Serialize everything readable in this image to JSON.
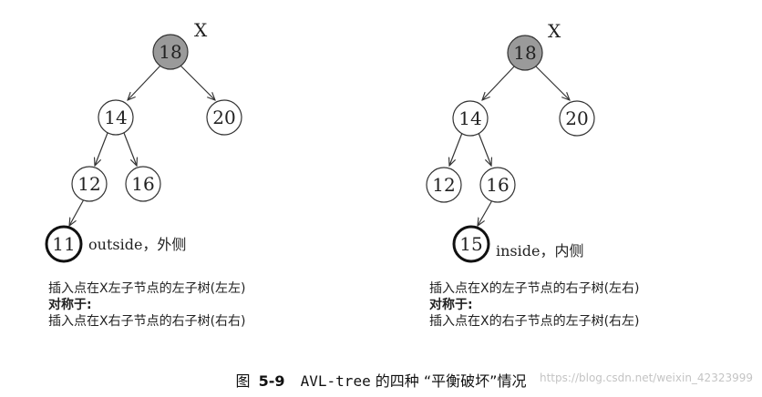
{
  "diagrams": [
    {
      "x_label": "X",
      "root": "18",
      "left": "14",
      "right": "20",
      "left_left": "12",
      "left_right": "16",
      "inserted": "11",
      "inserted_note": "outside，外侧",
      "description": {
        "line1": "插入点在X左子节点的左子树(左左)",
        "line2": "对称于:",
        "line3": "插入点在X右子节点的右子树(右右)"
      }
    },
    {
      "x_label": "X",
      "root": "18",
      "left": "14",
      "right": "20",
      "left_left": "12",
      "left_right": "16",
      "inserted": "15",
      "inserted_note": "inside，内侧",
      "description": {
        "line1": "插入点在X的左子节点的右子树(左右)",
        "line2": "对称于:",
        "line3": "插入点在X的右子节点的左子树(右左)"
      }
    }
  ],
  "caption": {
    "prefix": "图",
    "number": "5-9",
    "code": "AVL-tree",
    "text": "的四种 “平衡破坏”情况"
  },
  "watermark": "https://blog.csdn.net/weixin_42323999",
  "colors": {
    "root_fill": "#9a9a9a",
    "node_stroke": "#333333",
    "inserted_stroke": "#111111"
  }
}
